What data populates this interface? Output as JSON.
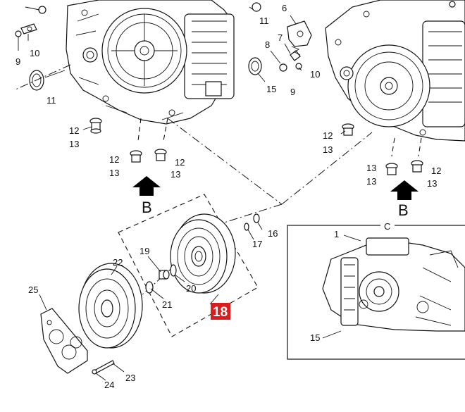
{
  "diagram": {
    "callouts": [
      "9",
      "10",
      "11",
      "12",
      "13",
      "6",
      "7",
      "8",
      "15",
      "16",
      "17",
      "19",
      "20",
      "21",
      "22",
      "23",
      "24",
      "25",
      "1",
      "18"
    ],
    "view_labels": {
      "b_left": "B",
      "b_right": "B",
      "c": "C"
    },
    "highlight": {
      "label": "18",
      "color": "#d81e1e"
    }
  }
}
